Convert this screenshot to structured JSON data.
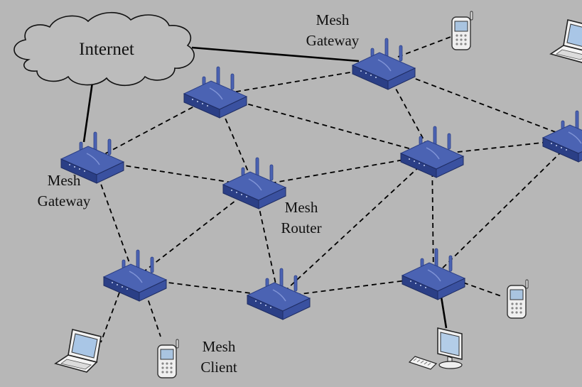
{
  "diagram": {
    "cloud_label": "Internet",
    "labels": {
      "gateway_top": [
        "Mesh",
        "Gateway"
      ],
      "gateway_left": [
        "Mesh",
        "Gateway"
      ],
      "router": [
        "Mesh",
        "Router"
      ],
      "client": [
        "Mesh",
        "Client"
      ]
    },
    "colors": {
      "background": "#b7b7b7",
      "router_fill": "#4b63b3",
      "router_dark": "#2b3f86",
      "link_solid": "#000000",
      "link_dashed": "#000000"
    },
    "nodes": [
      {
        "id": "gw-top",
        "kind": "router"
      },
      {
        "id": "gw-left",
        "kind": "router"
      },
      {
        "id": "r-upper",
        "kind": "router"
      },
      {
        "id": "r-center",
        "kind": "router"
      },
      {
        "id": "r-right",
        "kind": "router"
      },
      {
        "id": "r-far-right",
        "kind": "router"
      },
      {
        "id": "r-lower-left",
        "kind": "router"
      },
      {
        "id": "r-lower-center",
        "kind": "router"
      },
      {
        "id": "r-lower-right",
        "kind": "router"
      },
      {
        "id": "phone-top",
        "kind": "phone"
      },
      {
        "id": "laptop-top-right",
        "kind": "laptop"
      },
      {
        "id": "laptop-bottom-left",
        "kind": "laptop"
      },
      {
        "id": "phone-bottom-left",
        "kind": "phone"
      },
      {
        "id": "phone-bottom-right",
        "kind": "phone"
      },
      {
        "id": "desktop-bottom-right",
        "kind": "desktop"
      }
    ],
    "links": [
      {
        "from": "internet",
        "to": "gw-top",
        "style": "solid"
      },
      {
        "from": "internet",
        "to": "gw-left",
        "style": "solid"
      },
      {
        "from": "gw-top",
        "to": "phone-top",
        "style": "dashed"
      },
      {
        "from": "gw-top",
        "to": "r-upper",
        "style": "dashed"
      },
      {
        "from": "gw-top",
        "to": "r-right",
        "style": "dashed"
      },
      {
        "from": "gw-top",
        "to": "r-far-right",
        "style": "dashed"
      },
      {
        "from": "r-upper",
        "to": "gw-left",
        "style": "dashed"
      },
      {
        "from": "r-upper",
        "to": "r-center",
        "style": "dashed"
      },
      {
        "from": "r-upper",
        "to": "r-right",
        "style": "dashed"
      },
      {
        "from": "gw-left",
        "to": "r-center",
        "style": "dashed"
      },
      {
        "from": "gw-left",
        "to": "r-lower-left",
        "style": "dashed"
      },
      {
        "from": "r-center",
        "to": "r-right",
        "style": "dashed"
      },
      {
        "from": "r-center",
        "to": "r-lower-left",
        "style": "dashed"
      },
      {
        "from": "r-center",
        "to": "r-lower-center",
        "style": "dashed"
      },
      {
        "from": "r-right",
        "to": "r-far-right",
        "style": "dashed"
      },
      {
        "from": "r-right",
        "to": "r-lower-right",
        "style": "dashed"
      },
      {
        "from": "r-right",
        "to": "r-lower-center",
        "style": "dashed"
      },
      {
        "from": "r-far-right",
        "to": "r-lower-right",
        "style": "dashed"
      },
      {
        "from": "r-lower-left",
        "to": "r-lower-center",
        "style": "dashed"
      },
      {
        "from": "r-lower-center",
        "to": "r-lower-right",
        "style": "dashed"
      },
      {
        "from": "r-lower-left",
        "to": "laptop-bottom-left",
        "style": "dashed"
      },
      {
        "from": "r-lower-left",
        "to": "phone-bottom-left",
        "style": "dashed"
      },
      {
        "from": "r-lower-right",
        "to": "phone-bottom-right",
        "style": "dashed"
      },
      {
        "from": "r-lower-right",
        "to": "desktop-bottom-right",
        "style": "solid"
      }
    ]
  }
}
